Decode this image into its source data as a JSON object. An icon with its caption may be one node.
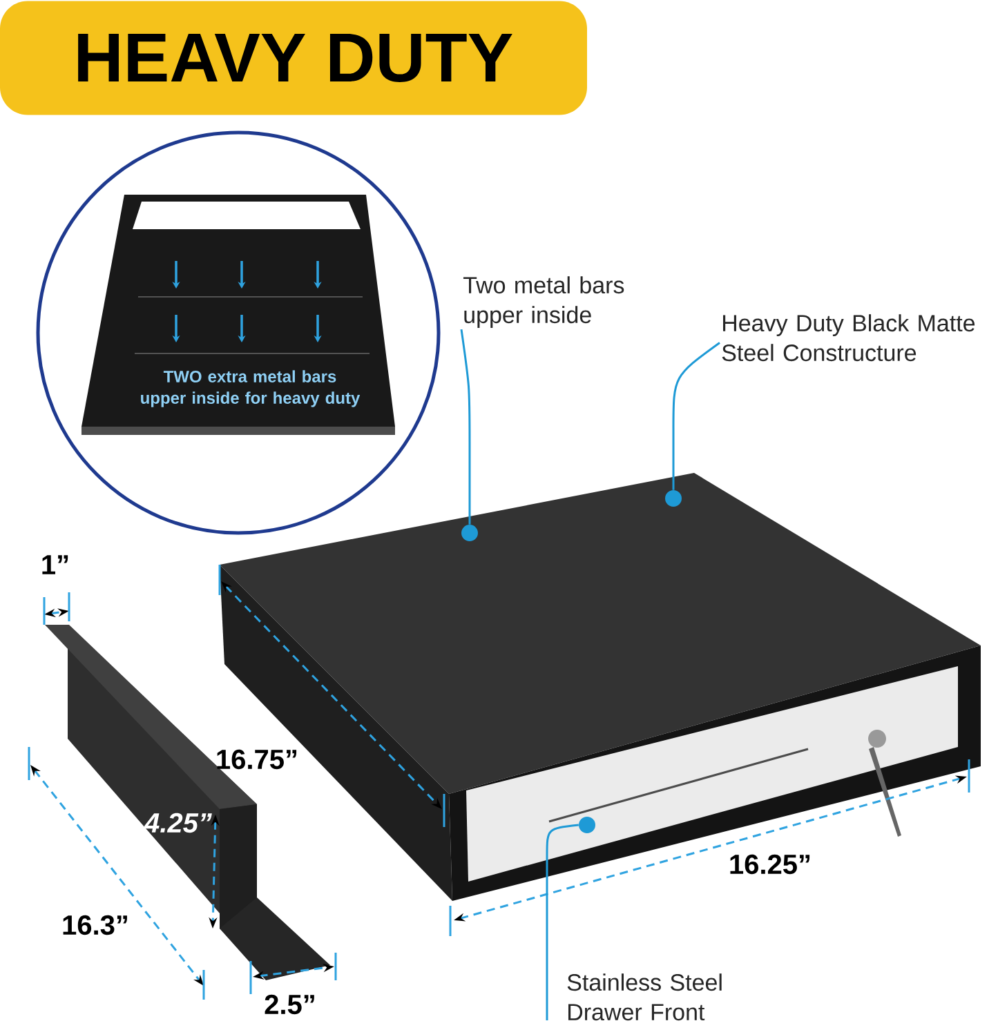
{
  "diagram": {
    "title": "HEAVY DUTY",
    "nodes": [
      {
        "text": [
          "TWO extra metal bars upper inside for heavy duty"
        ]
      },
      {
        "text": [
          "Two metal bars upper inside"
        ]
      },
      {
        "text": [
          "Heavy Duty Black Matte Steel Constructure"
        ]
      },
      {
        "text": [
          "Stainless Steel Drawer Front"
        ]
      },
      {
        "text": [],
        "shape": "circle"
      },
      {
        "text": [],
        "shape": "circle"
      },
      {
        "text": [],
        "shape": "circle"
      }
    ],
    "edges": [
      {
        "from": 1,
        "to": 4,
        "arrow": "none"
      },
      {
        "from": 2,
        "to": 5,
        "arrow": "none"
      },
      {
        "from": 3,
        "to": 6,
        "arrow": "none"
      }
    ],
    "labels": [
      "1”",
      "16.75”",
      "4.25”",
      "16.3”",
      "2.5”",
      "16.25”"
    ]
  }
}
